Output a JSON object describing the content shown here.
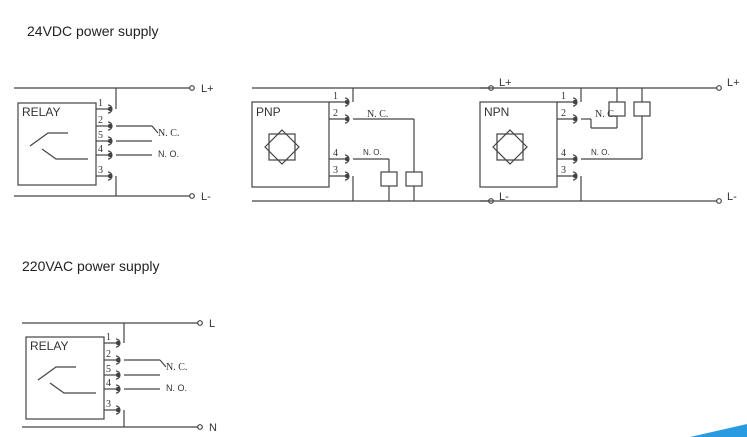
{
  "headings": {
    "dc": "24VDC power supply",
    "ac": "220VAC power supply"
  },
  "labels": {
    "relay": "RELAY",
    "pnp": "PNP",
    "npn": "NPN",
    "nc": "N. C.",
    "no": "N. O.",
    "lplus": "L+",
    "lminus": "L-",
    "l": "L",
    "n": "N",
    "pins": [
      "1",
      "2",
      "5",
      "4",
      "3"
    ],
    "pnp_pins": [
      "1",
      "2",
      "4",
      "3"
    ]
  },
  "colors": {
    "line": "#444444",
    "accent": "#2a9be0"
  }
}
